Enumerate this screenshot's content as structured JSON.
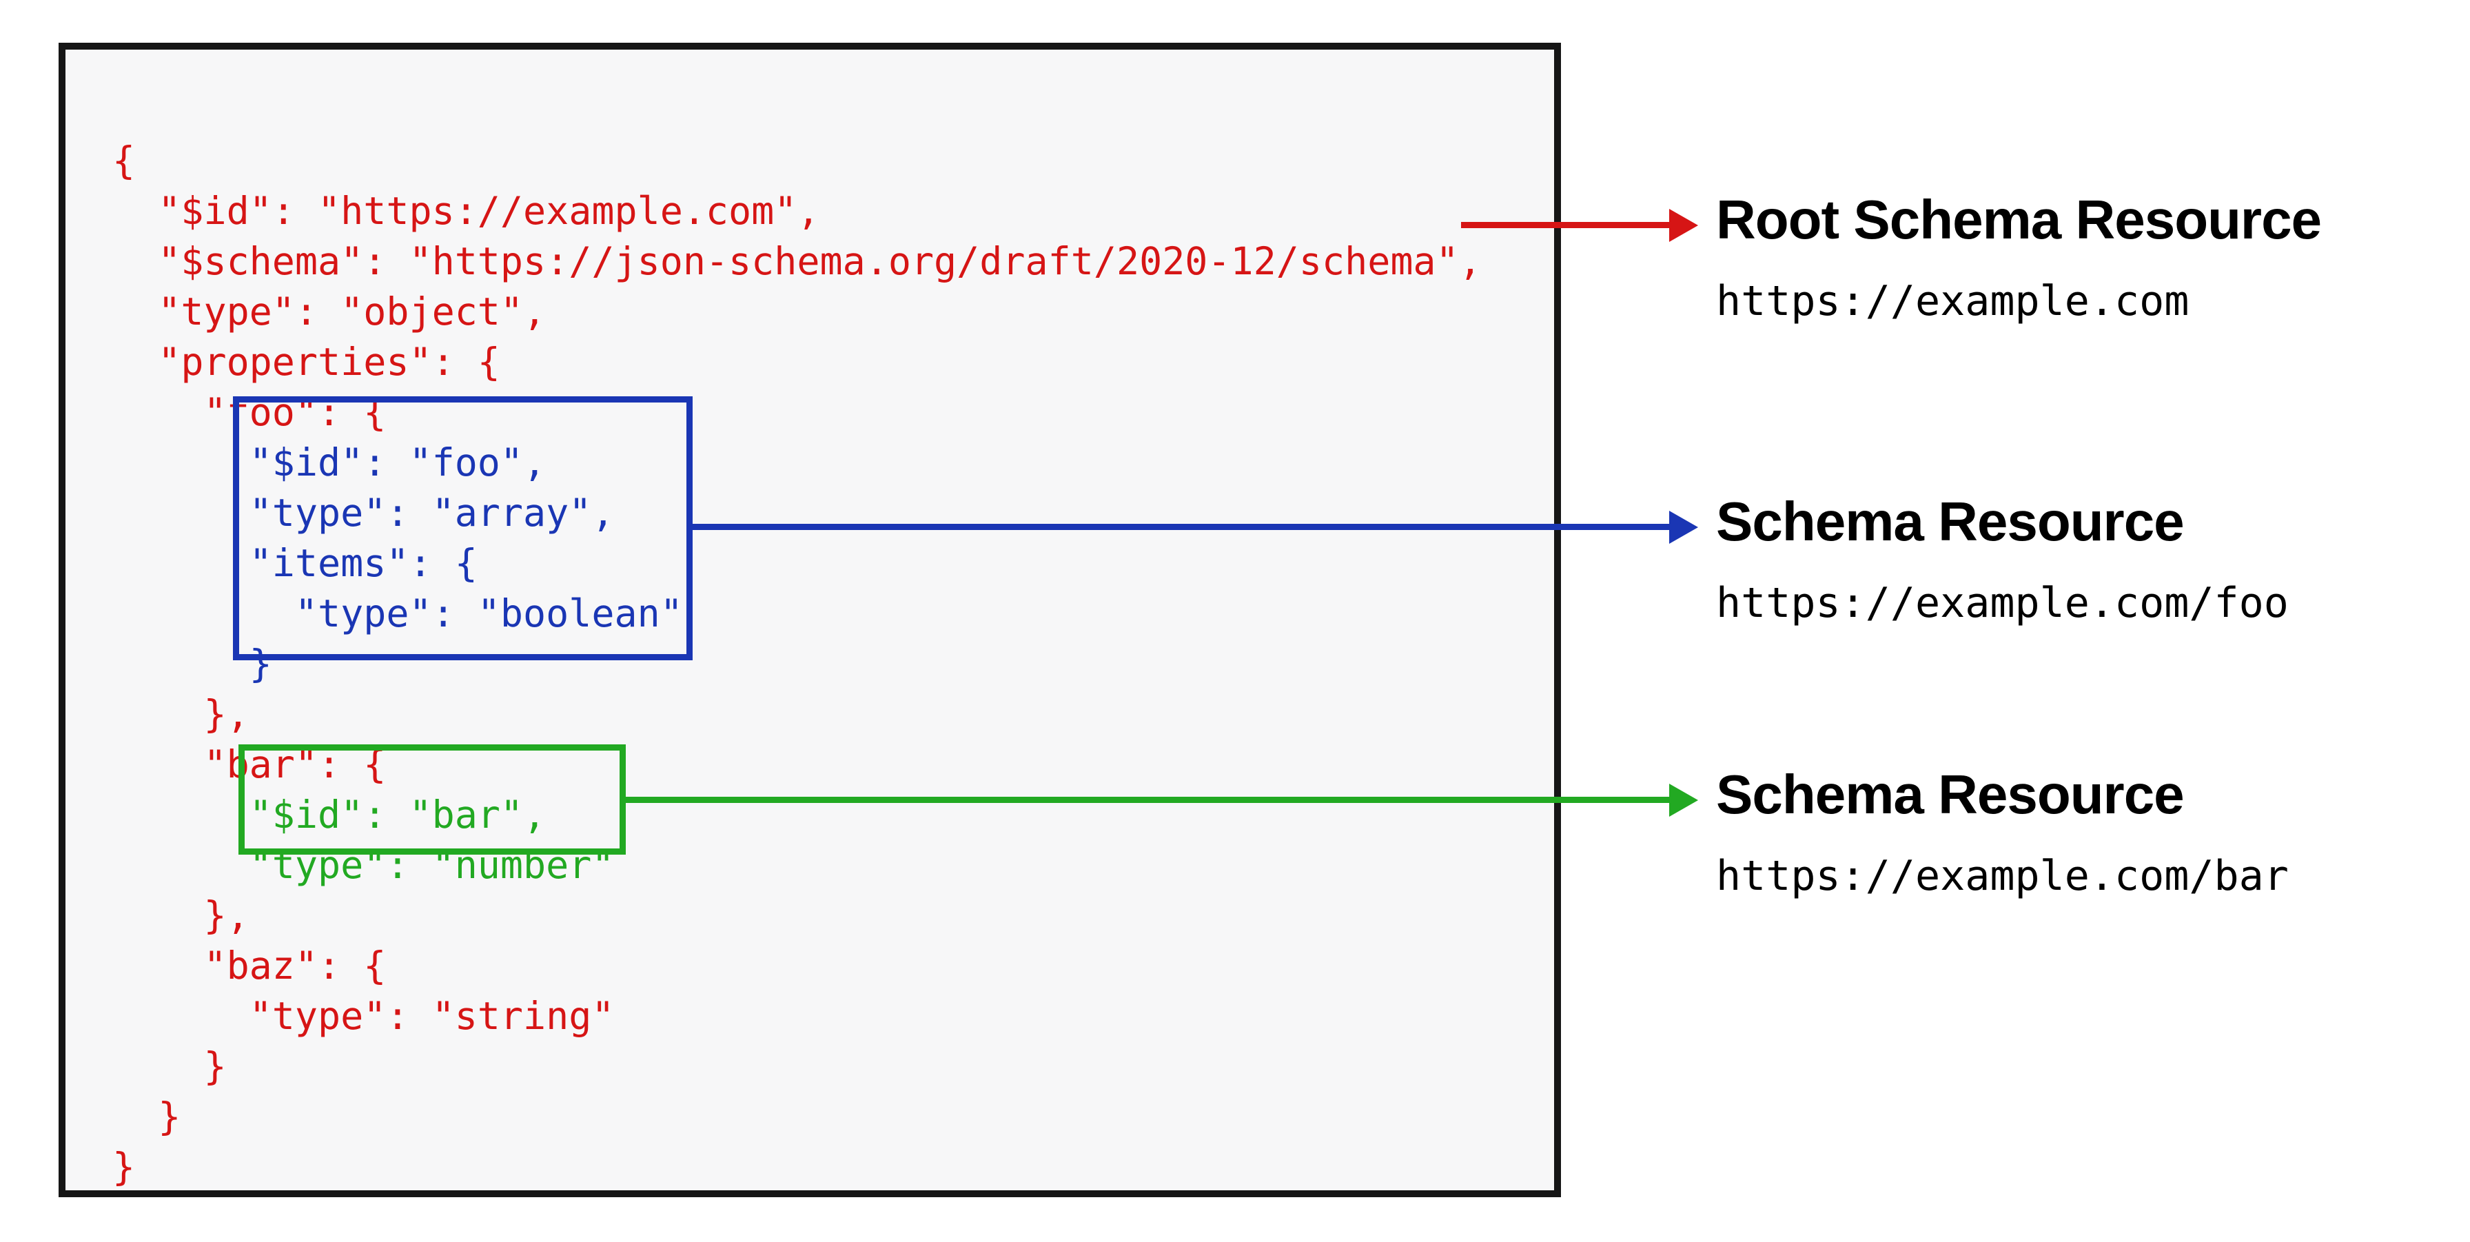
{
  "colors": {
    "code_red": "#d61515",
    "code_blue": "#1a36b4",
    "code_green": "#22a922",
    "frame_black": "#161616",
    "panel_bg": "#f7f7f8",
    "label_text": "#000000"
  },
  "code_panel": {
    "lines": [
      {
        "text": "{",
        "color": "red"
      },
      {
        "text": "  \"$id\": \"https://example.com\",",
        "color": "red"
      },
      {
        "text": "  \"$schema\": \"https://json-schema.org/draft/2020-12/schema\",",
        "color": "red"
      },
      {
        "text": "  \"type\": \"object\",",
        "color": "red"
      },
      {
        "text": "  \"properties\": {",
        "color": "red"
      },
      {
        "text": "    \"foo\": {",
        "color": "red"
      },
      {
        "text": "      \"$id\": \"foo\",",
        "color": "blue"
      },
      {
        "text": "      \"type\": \"array\",",
        "color": "blue"
      },
      {
        "text": "      \"items\": {",
        "color": "blue"
      },
      {
        "text": "        \"type\": \"boolean\"",
        "color": "blue"
      },
      {
        "text": "      }",
        "color": "blue"
      },
      {
        "text": "    },",
        "color": "red"
      },
      {
        "text": "    \"bar\": {",
        "color": "red"
      },
      {
        "text": "      \"$id\": \"bar\",",
        "color": "green"
      },
      {
        "text": "      \"type\": \"number\"",
        "color": "green"
      },
      {
        "text": "    },",
        "color": "red"
      },
      {
        "text": "    \"baz\": {",
        "color": "red"
      },
      {
        "text": "      \"type\": \"string\"",
        "color": "red"
      },
      {
        "text": "    }",
        "color": "red"
      },
      {
        "text": "  }",
        "color": "red"
      },
      {
        "text": "}",
        "color": "red"
      }
    ]
  },
  "annotations": [
    {
      "title": "Root Schema Resource",
      "url": "https://example.com",
      "color": "red"
    },
    {
      "title": "Schema Resource",
      "url": "https://example.com/foo",
      "color": "blue"
    },
    {
      "title": "Schema Resource",
      "url": "https://example.com/bar",
      "color": "green"
    }
  ]
}
